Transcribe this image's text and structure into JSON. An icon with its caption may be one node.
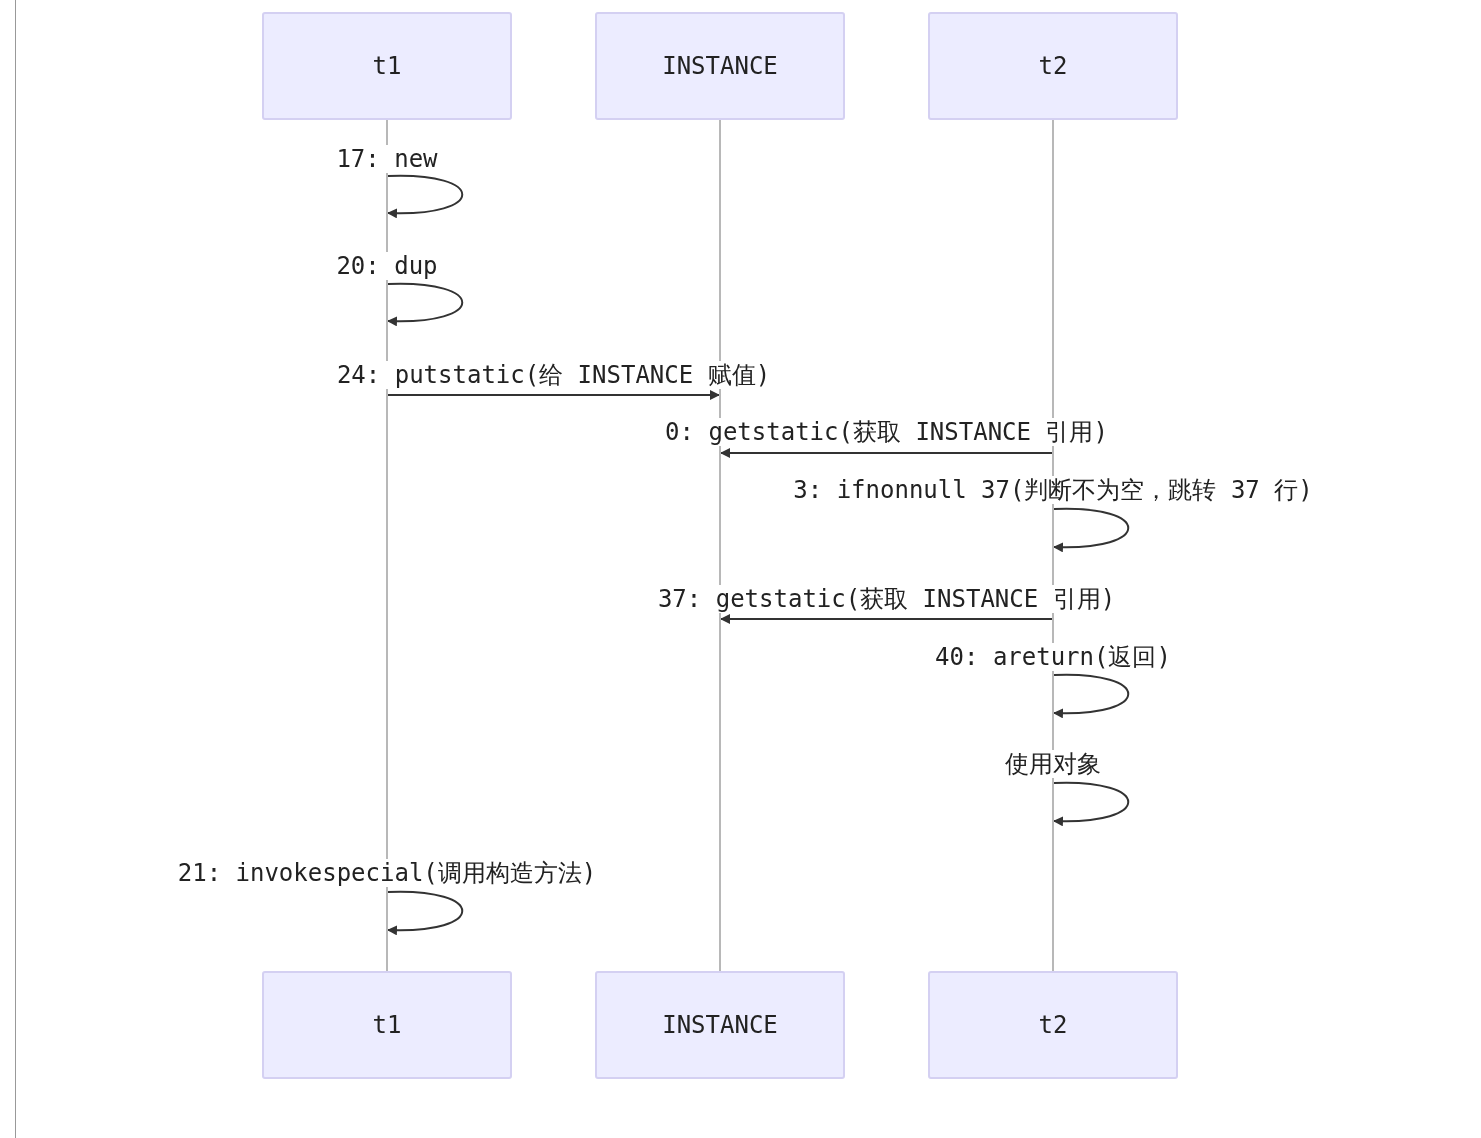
{
  "diagram": {
    "nodes": [
      {
        "text": [
          "t1"
        ]
      },
      {
        "text": [
          "INSTANCE"
        ]
      },
      {
        "text": [
          "t2"
        ]
      },
      {
        "text": [
          "t1"
        ]
      },
      {
        "text": [
          "INSTANCE"
        ]
      },
      {
        "text": [
          "t2"
        ]
      },
      {
        "text": [],
        "shape": "bar"
      },
      {
        "text": [],
        "shape": "bar"
      },
      {
        "text": [],
        "shape": "bar"
      }
    ],
    "edges": [
      {
        "from": 6,
        "to": 6,
        "arrow": "to",
        "label": "17: new"
      },
      {
        "from": 6,
        "to": 6,
        "arrow": "to",
        "label": "20: dup"
      },
      {
        "from": 6,
        "to": 7,
        "arrow": "to",
        "label": "24: putstatic(给 INSTANCE 赋值)"
      },
      {
        "from": 8,
        "to": 7,
        "arrow": "to",
        "label": "0: getstatic(获取 INSTANCE 引用)"
      },
      {
        "from": 8,
        "to": 8,
        "arrow": "to",
        "label": "3: ifnonnull 37(判断不为空，跳转 37 行)"
      },
      {
        "from": 8,
        "to": 7,
        "arrow": "to",
        "label": "37: getstatic(获取 INSTANCE 引用)"
      },
      {
        "from": 8,
        "to": 8,
        "arrow": "to",
        "label": "40: areturn(返回)"
      },
      {
        "from": 8,
        "to": 8,
        "arrow": "to",
        "label": "使用对象"
      },
      {
        "from": 6,
        "to": 6,
        "arrow": "to",
        "label": "21: invokespecial(调用构造方法)"
      }
    ]
  }
}
